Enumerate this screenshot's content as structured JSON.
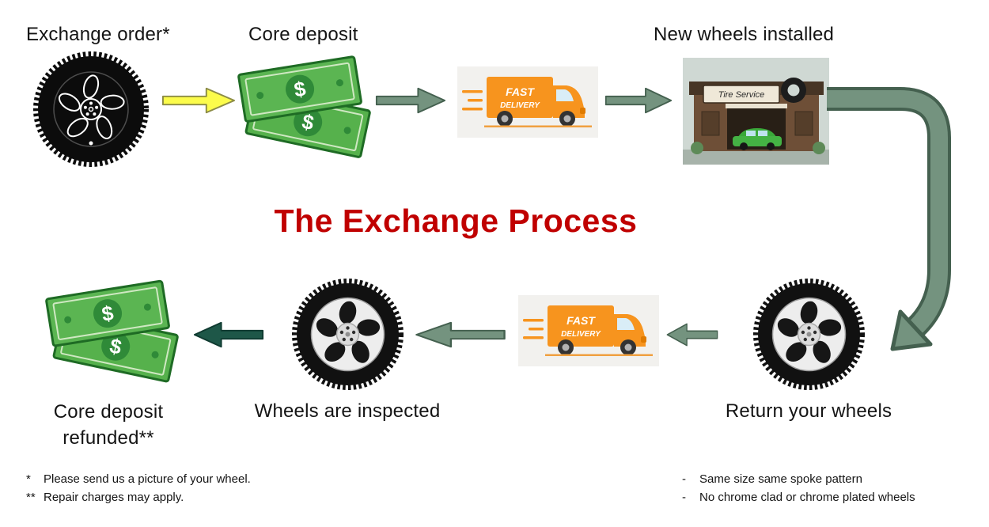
{
  "title": "The Exchange Process",
  "labels": {
    "exchange_order": "Exchange order*",
    "core_deposit": "Core deposit",
    "new_wheels_installed": "New wheels installed",
    "return_your_wheels": "Return your wheels",
    "wheels_are_inspected": "Wheels are inspected",
    "core_deposit_refunded_line1": "Core deposit",
    "core_deposit_refunded_line2": "refunded**"
  },
  "graphics": {
    "truck_text_line1": "FAST",
    "truck_text_line2": "DELIVERY",
    "building_sign": "Tire Service",
    "money_symbol": "$"
  },
  "footnotes_left": [
    {
      "marker": "*",
      "text": "Please send us a picture of your wheel."
    },
    {
      "marker": "**",
      "text": "Repair charges may apply."
    }
  ],
  "footnotes_right": [
    {
      "marker": "-",
      "text": "Same size same spoke pattern"
    },
    {
      "marker": "-",
      "text": "No chrome clad or chrome plated wheels"
    }
  ],
  "colors": {
    "title_red": "#C00000",
    "arrow_yellow": "#FCFC4B",
    "arrow_sage_green": "#74937F",
    "arrow_dark_green": "#1E5748",
    "money_green": "#56B14C",
    "truck_orange": "#F7941E"
  }
}
